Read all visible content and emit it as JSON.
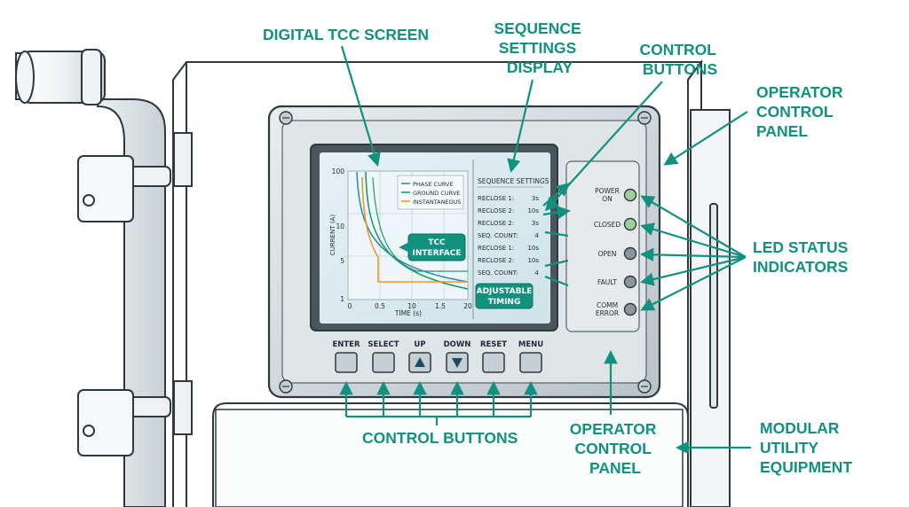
{
  "callouts": {
    "digital_tcc_screen": "DIGITAL TCC SCREEN",
    "sequence_settings_display": [
      "SEQUENCE",
      "SETTINGS",
      "DISPLAY"
    ],
    "control_buttons_top": [
      "CONTROL",
      "BUTTONS"
    ],
    "operator_control_panel_top": [
      "OPERATOR",
      "CONTROL",
      "PANEL"
    ],
    "led_status_indicators": [
      "LED STATUS",
      "INDICATORS"
    ],
    "control_buttons_bottom": "CONTROL BUTTONS",
    "operator_control_panel_bottom": [
      "OPERATOR",
      "CONTROL",
      "PANEL"
    ],
    "modular_utility_equipment": [
      "MODULAR",
      "UTILITY",
      "EQUIPMENT"
    ]
  },
  "tcc_chart": {
    "ylabel": "CURRENT (A)",
    "xlabel": "TIME (s)",
    "y_ticks": [
      "100",
      "10",
      "5",
      "1"
    ],
    "x_ticks": [
      "0",
      "0.5",
      "10",
      "1.5",
      "20"
    ],
    "legend": [
      "PHASE CURVE",
      "GROUND CURVE",
      "INSTANTANEOUS"
    ],
    "badge_tcc": [
      "TCC",
      "INTERFACE"
    ],
    "badge_timing": [
      "ADJUSTABLE",
      "TIMING"
    ],
    "colors": {
      "phase": "#2a8fb8",
      "ground": "#1f9a6e",
      "instantaneous": "#e89a2c"
    }
  },
  "sequence_settings": {
    "title": "SEQUENCE SETTINGS",
    "rows": [
      {
        "label": "RECLOSE 1:",
        "value": "3s"
      },
      {
        "label": "RECLOSE 2:",
        "value": "10s"
      },
      {
        "label": "RECLOSE 2:",
        "value": "3s"
      },
      {
        "label": "SEQ. COUNT:",
        "value": "4"
      },
      {
        "label": "RECLOSE 1:",
        "value": "10s"
      },
      {
        "label": "RECLOSE 2:",
        "value": "10s"
      },
      {
        "label": "SEQ. COUNT:",
        "value": "4"
      }
    ]
  },
  "leds": [
    {
      "label": [
        "POWER",
        "ON"
      ],
      "color": "#9fcf9a"
    },
    {
      "label": [
        "CLOSED"
      ],
      "color": "#9fcf9a"
    },
    {
      "label": [
        "OPEN"
      ],
      "color": "#8a969d"
    },
    {
      "label": [
        "FAULT"
      ],
      "color": "#8a969d"
    },
    {
      "label": [
        "COMM",
        "ERROR"
      ],
      "color": "#8a969d"
    }
  ],
  "keypad": [
    {
      "label": "ENTER",
      "icon": "blank"
    },
    {
      "label": "SELECT",
      "icon": "blank"
    },
    {
      "label": "UP",
      "icon": "up-triangle-icon"
    },
    {
      "label": "DOWN",
      "icon": "down-triangle-icon"
    },
    {
      "label": "RESET",
      "icon": "blank"
    },
    {
      "label": "MENU",
      "icon": "blank"
    }
  ],
  "colors": {
    "accent": "#12917f",
    "ink": "#1d2b31",
    "panel": "#d9dee1",
    "screen": "#dbeaf1"
  }
}
